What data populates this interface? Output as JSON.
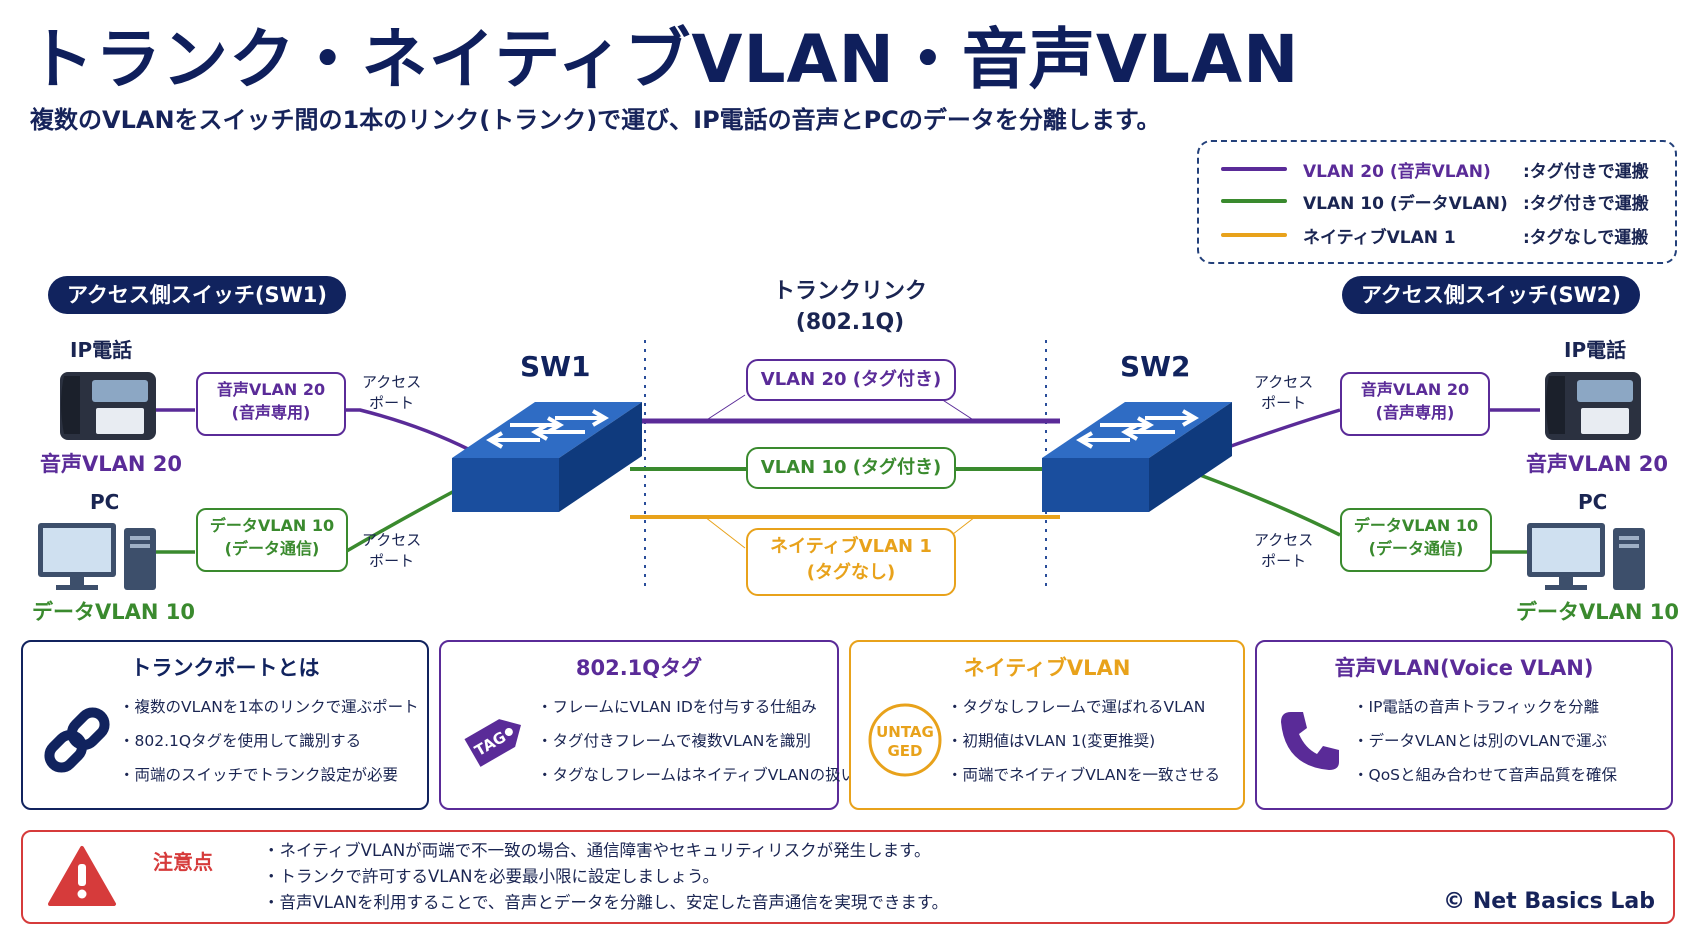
{
  "title": "トランク・ネイティブVLAN・音声VLAN",
  "subtitle": "複数のVLANをスイッチ間の1本のリンク(トランク)で運び、IP電話の音声とPCのデータを分離します。",
  "legend": [
    {
      "name": "VLAN 20 (音声VLAN)",
      "desc": ":タグ付きで運搬",
      "color": "#5a2b98"
    },
    {
      "name": "VLAN 10 (データVLAN)",
      "desc": ":タグ付きで運搬",
      "color": "#3a8a2e"
    },
    {
      "name": "ネイティブVLAN 1",
      "desc": ":タグなしで運搬",
      "color": "#e8a21b"
    }
  ],
  "sw1_side": {
    "pill": "アクセス側スイッチ(SW1)",
    "ip_phone": "IP電話",
    "voice_vlan": "音声VLAN 20",
    "pc": "PC",
    "data_vlan": "データVLAN 10",
    "voice_box": [
      "音声VLAN 20",
      "(音声専用)"
    ],
    "data_box": [
      "データVLAN 10",
      "(データ通信)"
    ],
    "access_port": [
      "アクセス",
      "ポート"
    ]
  },
  "sw2_side": {
    "pill": "アクセス側スイッチ(SW2)",
    "ip_phone": "IP電話",
    "voice_vlan": "音声VLAN 20",
    "pc": "PC",
    "data_vlan": "データVLAN 10",
    "voice_box": [
      "音声VLAN 20",
      "(音声専用)"
    ],
    "data_box": [
      "データVLAN 10",
      "(データ通信)"
    ],
    "access_port": [
      "アクセス",
      "ポート"
    ]
  },
  "switches": {
    "sw1": "SW1",
    "sw2": "SW2"
  },
  "trunk": {
    "title": [
      "トランクリンク",
      "(802.1Q)"
    ],
    "vlan20": "VLAN 20 (タグ付き)",
    "vlan10": "VLAN 10 (タグ付き)",
    "native": [
      "ネイティブVLAN 1",
      "(タグなし)"
    ]
  },
  "cards": [
    {
      "title": "トランクポートとは",
      "icon": "link-icon",
      "color": "#11235e",
      "items": [
        "・複数のVLANを1本のリンクで運ぶポート",
        "・802.1Qタグを使用して識別する",
        "・両端のスイッチでトランク設定が必要"
      ]
    },
    {
      "title": "802.1Qタグ",
      "icon": "tag-icon",
      "icon_text": "TAG",
      "color": "#5a2b98",
      "items": [
        "・フレームにVLAN IDを付与する仕組み",
        "・タグ付きフレームで複数VLANを識別",
        "・タグなしフレームはネイティブVLANの扱い"
      ]
    },
    {
      "title": "ネイティブVLAN",
      "icon": "untagged-icon",
      "icon_text": [
        "UNTAG",
        "GED"
      ],
      "color": "#e8a21b",
      "items": [
        "・タグなしフレームで運ばれるVLAN",
        "・初期値はVLAN 1(変更推奨)",
        "・両端でネイティブVLANを一致させる"
      ]
    },
    {
      "title": "音声VLAN(Voice VLAN)",
      "icon": "phone-icon",
      "color": "#5a2b98",
      "items": [
        "・IP電話の音声トラフィックを分離",
        "・データVLANとは別のVLANで運ぶ",
        "・QoSと組み合わせて音声品質を確保"
      ]
    }
  ],
  "caution": {
    "title": "注意点",
    "items": [
      "・ネイティブVLANが両端で不一致の場合、通信障害やセキュリティリスクが発生します。",
      "・トランクで許可するVLANを必要最小限に設定しましょう。",
      "・音声VLANを利用することで、音声とデータを分離し、安定した音声通信を実現できます。"
    ]
  },
  "copyright": "© Net Basics Lab"
}
